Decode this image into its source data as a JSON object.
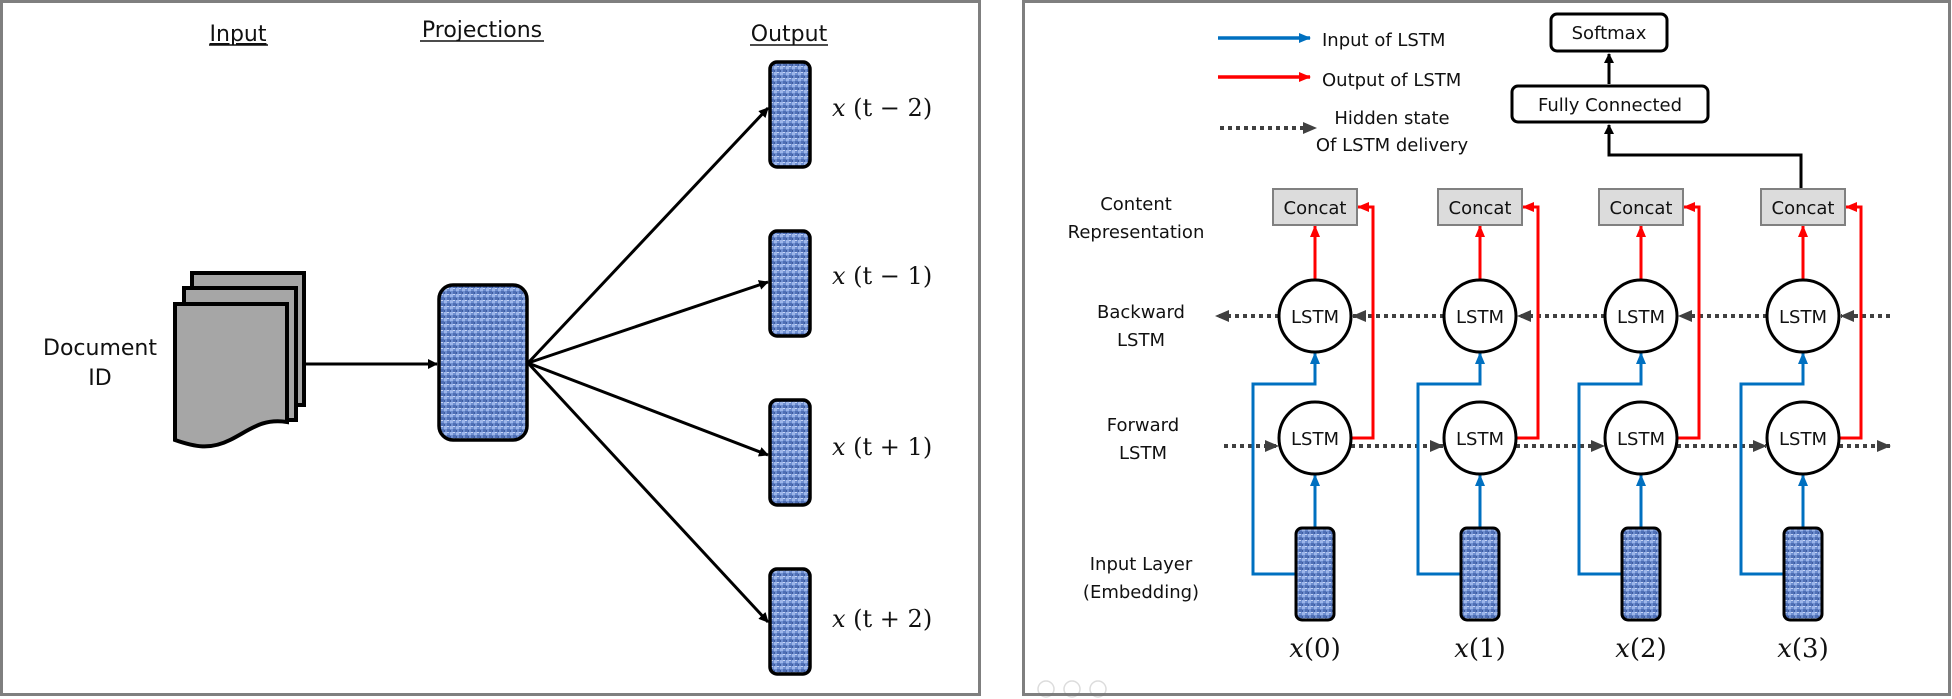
{
  "left_panel": {
    "headers": {
      "input": "Input",
      "projections": "Projections",
      "output": "Output"
    },
    "document_label": [
      "Document",
      "ID"
    ],
    "outputs": [
      {
        "var": "x",
        "expr": "(t − 2)"
      },
      {
        "var": "x",
        "expr": "(t − 1)"
      },
      {
        "var": "x",
        "expr": "(t + 1)"
      },
      {
        "var": "x",
        "expr": "(t + 2)"
      }
    ]
  },
  "right_panel": {
    "legend": {
      "input": "Input of LSTM",
      "output": "Output of LSTM",
      "hidden_line1": "Hidden state",
      "hidden_line2": "Of LSTM delivery"
    },
    "softmax": "Softmax",
    "fully_connected": "Fully Connected",
    "row_labels": {
      "content": [
        "Content",
        "Representation"
      ],
      "backward": [
        "Backward",
        "LSTM"
      ],
      "forward": [
        "Forward",
        "LSTM"
      ],
      "input": [
        "Input Layer",
        "(Embedding)"
      ]
    },
    "concat_label": "Concat",
    "lstm_label": "LSTM",
    "inputs": [
      {
        "var": "x",
        "idx": "(0)"
      },
      {
        "var": "x",
        "idx": "(1)"
      },
      {
        "var": "x",
        "idx": "(2)"
      },
      {
        "var": "x",
        "idx": "(3)"
      }
    ],
    "colors": {
      "input_arrow": "#0070c0",
      "output_arrow": "#ff0000",
      "hidden_arrow": "#404040",
      "embedding_fill": "#6f8fd0",
      "concat_fill": "#dcdcdc",
      "document_fill": "#a6a6a6",
      "panel_border": "#7f7f7f"
    }
  }
}
